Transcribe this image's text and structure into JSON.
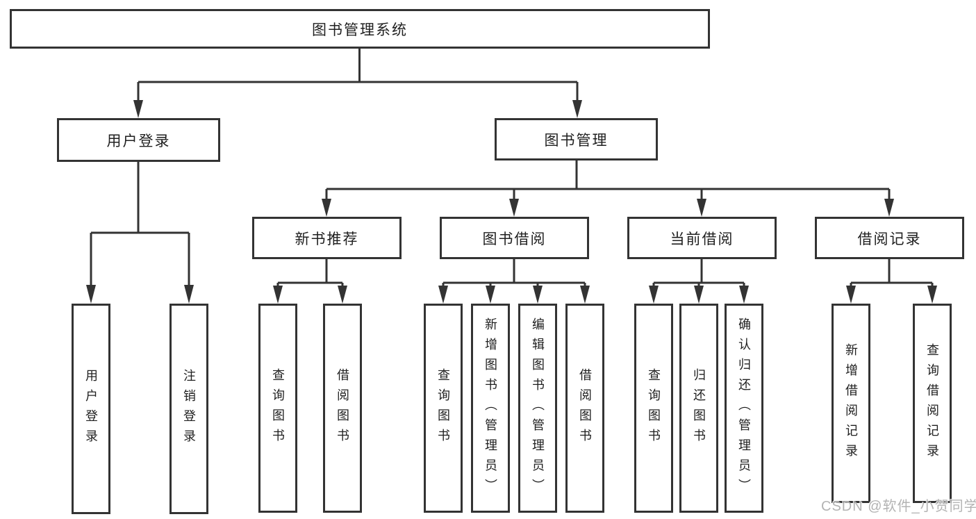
{
  "tree": {
    "root": {
      "label": "图书管理系统"
    },
    "level2": [
      {
        "label": "用户登录",
        "children": [
          {
            "label": "用户登录"
          },
          {
            "label": "注销登录"
          }
        ]
      },
      {
        "label": "图书管理",
        "children": [
          {
            "label": "新书推荐",
            "children": [
              {
                "label": "查询图书"
              },
              {
                "label": "借阅图书"
              }
            ]
          },
          {
            "label": "图书借阅",
            "children": [
              {
                "label": "查询图书"
              },
              {
                "label": "新增图书（管理员）"
              },
              {
                "label": "编辑图书（管理员）"
              },
              {
                "label": "借阅图书"
              }
            ]
          },
          {
            "label": "当前借阅",
            "children": [
              {
                "label": "查询图书"
              },
              {
                "label": "归还图书"
              },
              {
                "label": "确认归还（管理员）"
              }
            ]
          },
          {
            "label": "借阅记录",
            "children": [
              {
                "label": "新增借阅记录"
              },
              {
                "label": "查询借阅记录"
              }
            ]
          }
        ]
      }
    ]
  },
  "watermark": {
    "text": "CSDN @软件_小贺同学"
  },
  "colors": {
    "line": "#333333",
    "box_border": "#333333",
    "text": "#1f1f1f",
    "background": "#ffffff",
    "watermark": "#a9a9a9"
  }
}
